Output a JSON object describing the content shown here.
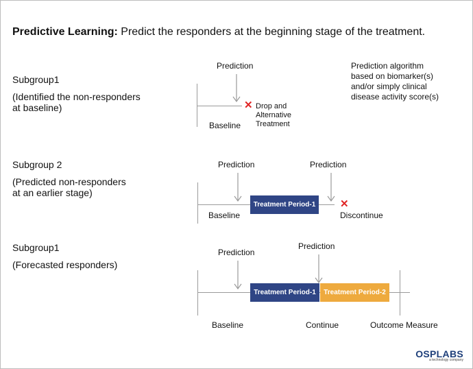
{
  "title": {
    "bold": "Predictive Learning:",
    "rest": " Predict the responders at the beginning stage of the treatment."
  },
  "sections": [
    {
      "heading": "Subgroup1",
      "description_lines": [
        "(Identified the non-responders",
        "at baseline)"
      ],
      "prediction_label": "Prediction",
      "baseline_label": "Baseline",
      "outcome_lines": [
        "Drop and",
        "Alternative",
        "Treatment"
      ],
      "note_lines": [
        "Prediction algorithm",
        "based on biomarker(s)",
        "and/or simply clinical",
        "disease activity score(s)"
      ]
    },
    {
      "heading": "Subgroup 2",
      "description_lines": [
        "(Predicted non-responders",
        "at an earlier stage)"
      ],
      "prediction_labels": [
        "Prediction",
        "Prediction"
      ],
      "baseline_label": "Baseline",
      "period_label": "Treatment Period-1",
      "outcome_label": "Discontinue"
    },
    {
      "heading": "Subgroup1",
      "description_lines": [
        "(Forecasted responders)"
      ],
      "prediction_labels": [
        "Prediction",
        "Prediction"
      ],
      "baseline_label": "Baseline",
      "period1_label": "Treatment Period-1",
      "period2_label": "Treatment Period-2",
      "continue_label": "Continue",
      "outcome_label": "Outcome Measure"
    }
  ],
  "colors": {
    "period1": "#2f4585",
    "period2": "#eeaa3e",
    "cross": "#e02525",
    "timeline": "#9a9a9a"
  },
  "logo": {
    "name": "OSPLABS",
    "tagline": "a technology company"
  }
}
